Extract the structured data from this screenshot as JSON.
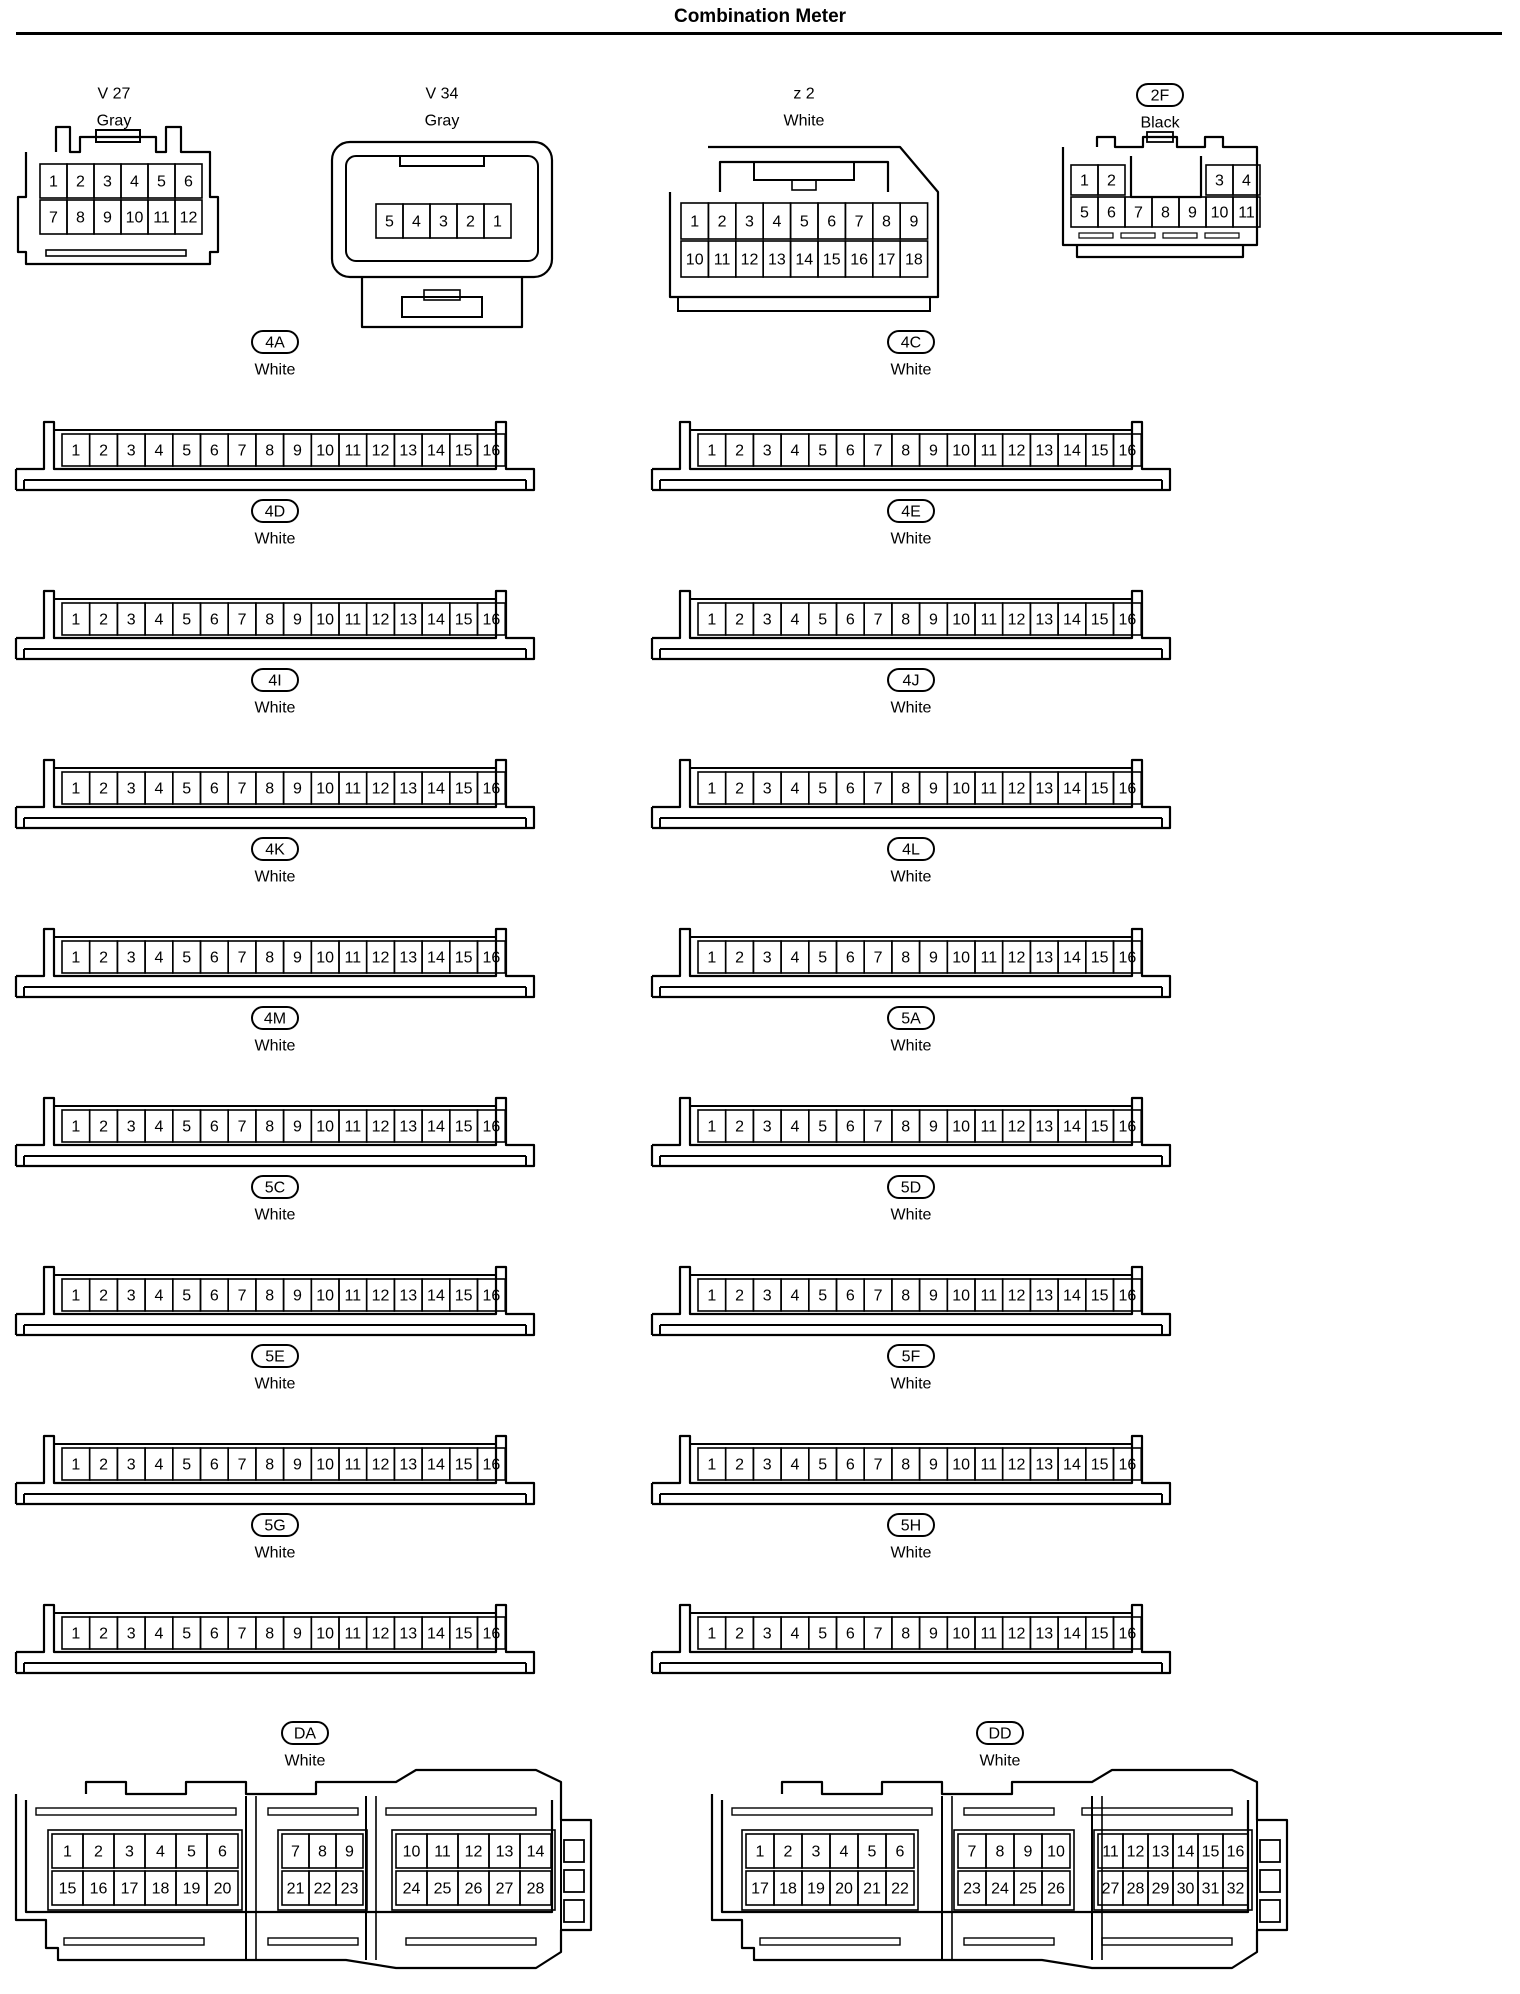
{
  "page": {
    "title": "Combination Meter"
  },
  "connectors": [
    {
      "id": "V 27",
      "badge": false,
      "color": "Gray",
      "style": "v27",
      "rows": [
        [
          "1",
          "2",
          "3",
          "4",
          "5",
          "6"
        ],
        [
          "7",
          "8",
          "9",
          "10",
          "11",
          "12"
        ]
      ]
    },
    {
      "id": "V 34",
      "badge": false,
      "color": "Gray",
      "style": "v34",
      "rows": [
        [
          "5",
          "4",
          "3",
          "2",
          "1"
        ]
      ]
    },
    {
      "id": "z 2",
      "badge": false,
      "color": "White",
      "style": "z2",
      "rows": [
        [
          "1",
          "2",
          "3",
          "4",
          "5",
          "6",
          "7",
          "8",
          "9"
        ],
        [
          "10",
          "11",
          "12",
          "13",
          "14",
          "15",
          "16",
          "17",
          "18"
        ]
      ]
    },
    {
      "id": "2F",
      "badge": true,
      "color": "Black",
      "style": "2f",
      "rows": [
        [
          "1",
          "2",
          "",
          "",
          "",
          "3",
          "4"
        ],
        [
          "5",
          "6",
          "7",
          "8",
          "9",
          "10",
          "11"
        ]
      ]
    },
    {
      "id": "4A",
      "badge": true,
      "color": "White",
      "style": "strip16"
    },
    {
      "id": "4C",
      "badge": true,
      "color": "White",
      "style": "strip16"
    },
    {
      "id": "4D",
      "badge": true,
      "color": "White",
      "style": "strip16"
    },
    {
      "id": "4E",
      "badge": true,
      "color": "White",
      "style": "strip16"
    },
    {
      "id": "4I",
      "badge": true,
      "color": "White",
      "style": "strip16"
    },
    {
      "id": "4J",
      "badge": true,
      "color": "White",
      "style": "strip16"
    },
    {
      "id": "4K",
      "badge": true,
      "color": "White",
      "style": "strip16"
    },
    {
      "id": "4L",
      "badge": true,
      "color": "White",
      "style": "strip16"
    },
    {
      "id": "4M",
      "badge": true,
      "color": "White",
      "style": "strip16"
    },
    {
      "id": "5A",
      "badge": true,
      "color": "White",
      "style": "strip16"
    },
    {
      "id": "5C",
      "badge": true,
      "color": "White",
      "style": "strip16"
    },
    {
      "id": "5D",
      "badge": true,
      "color": "White",
      "style": "strip16"
    },
    {
      "id": "5E",
      "badge": true,
      "color": "White",
      "style": "strip16"
    },
    {
      "id": "5F",
      "badge": true,
      "color": "White",
      "style": "strip16"
    },
    {
      "id": "5G",
      "badge": true,
      "color": "White",
      "style": "strip16"
    },
    {
      "id": "5H",
      "badge": true,
      "color": "White",
      "style": "strip16"
    },
    {
      "id": "DA",
      "badge": true,
      "color": "White",
      "style": "da",
      "blocks": [
        [
          [
            "1",
            "2",
            "3",
            "4",
            "5",
            "6"
          ],
          [
            "15",
            "16",
            "17",
            "18",
            "19",
            "20"
          ]
        ],
        [
          [
            "7",
            "8",
            "9"
          ],
          [
            "21",
            "22",
            "23"
          ]
        ],
        [
          [
            "10",
            "11",
            "12",
            "13",
            "14"
          ],
          [
            "24",
            "25",
            "26",
            "27",
            "28"
          ]
        ]
      ]
    },
    {
      "id": "DD",
      "badge": true,
      "color": "White",
      "style": "dd",
      "blocks": [
        [
          [
            "1",
            "2",
            "3",
            "4",
            "5",
            "6"
          ],
          [
            "17",
            "18",
            "19",
            "20",
            "21",
            "22"
          ]
        ],
        [
          [
            "7",
            "8",
            "9",
            "10"
          ],
          [
            "23",
            "24",
            "25",
            "26"
          ]
        ],
        [
          [
            "11",
            "12",
            "13",
            "14",
            "15",
            "16"
          ],
          [
            "27",
            "28",
            "29",
            "30",
            "31",
            "32"
          ]
        ]
      ]
    }
  ],
  "strip_pins": [
    "1",
    "2",
    "3",
    "4",
    "5",
    "6",
    "7",
    "8",
    "9",
    "10",
    "11",
    "12",
    "13",
    "14",
    "15",
    "16"
  ]
}
